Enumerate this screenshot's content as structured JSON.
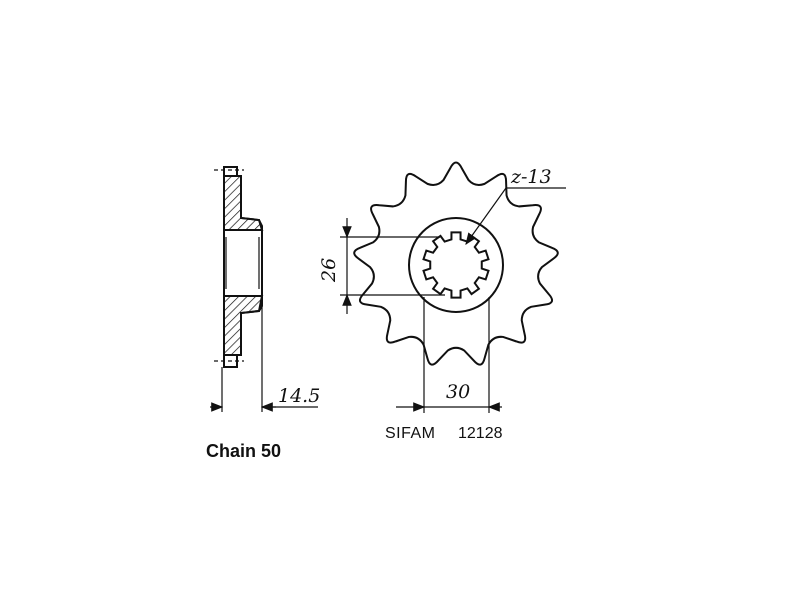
{
  "dimensions": {
    "hub_width": "14.5",
    "spline_diameter": "26",
    "hub_diameter": "30",
    "tooth_count": "z-13"
  },
  "labels": {
    "chain": "Chain 50",
    "brand": "SIFAM",
    "part_number": "12128"
  },
  "sprocket": {
    "teeth": 13,
    "spline_teeth": 10
  },
  "colors": {
    "line": "#111111",
    "background": "#ffffff"
  }
}
